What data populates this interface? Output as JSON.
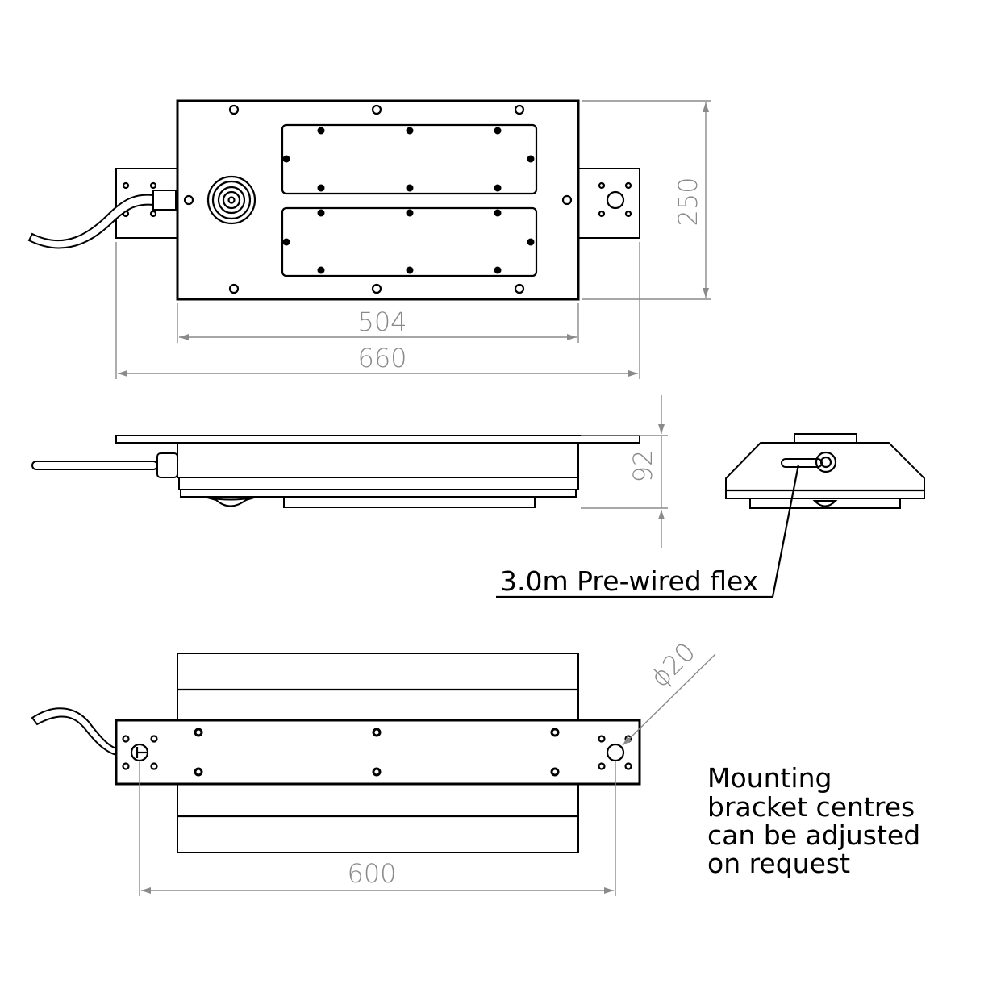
{
  "dimensions": {
    "height_top": "250",
    "body_width": "504",
    "overall_width": "660",
    "depth": "92",
    "bracket_centres": "600",
    "hole_diameter": "ϕ20"
  },
  "notes": {
    "flex": "3.0m Pre-wired flex",
    "mounting": [
      "Mounting",
      "bracket centres",
      "can be adjusted",
      "on request"
    ]
  },
  "colors": {
    "line": "#000000",
    "dimension": "#8a8a8a"
  }
}
